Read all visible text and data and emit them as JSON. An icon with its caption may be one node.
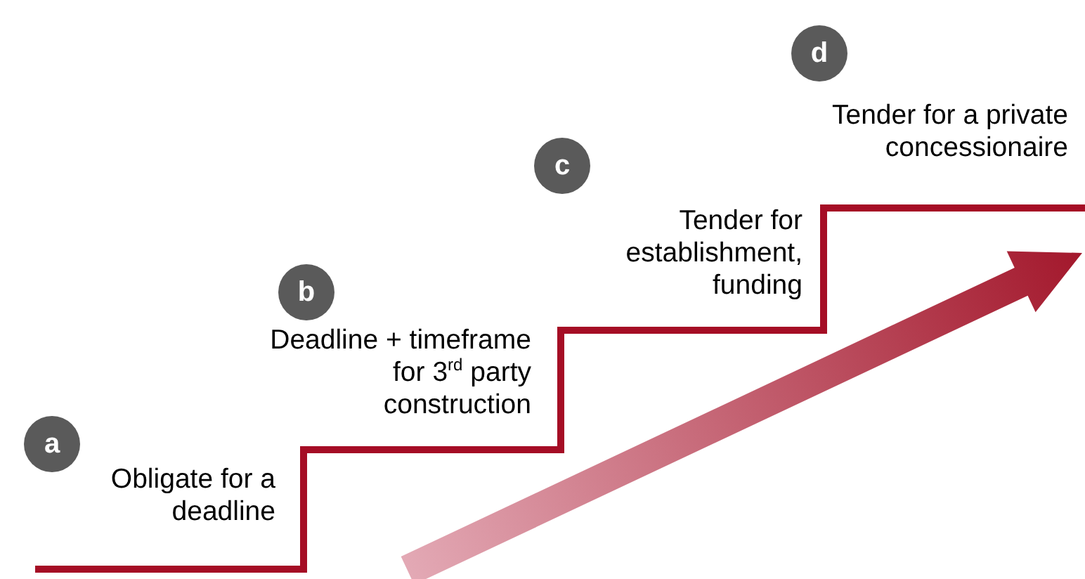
{
  "diagram": {
    "nodes": [
      {
        "text": [
          "a"
        ],
        "beside": [
          "Obligate for a deadline"
        ]
      },
      {
        "text": [
          "b"
        ],
        "beside": [
          "Deadline + timeframe for 3$^{rd}$ party construction"
        ]
      },
      {
        "text": [
          "c"
        ],
        "beside": [
          "Tender for establishment, funding"
        ]
      },
      {
        "text": [
          "d"
        ],
        "beside": [
          "Tender for a private concessionaire"
        ]
      }
    ]
  }
}
